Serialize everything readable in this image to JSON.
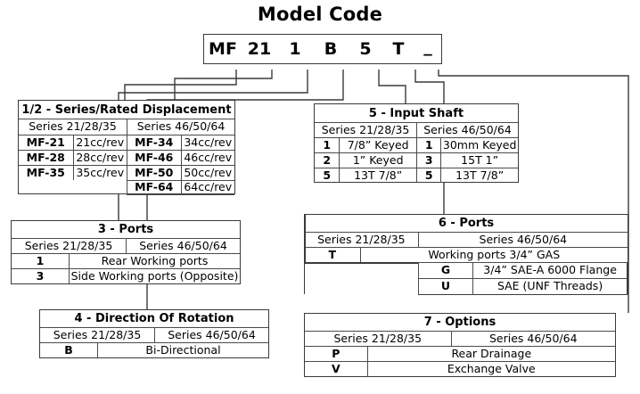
{
  "title": "Model Code",
  "model_code": {
    "segments": [
      {
        "name": "series-prefix",
        "value": "MF"
      },
      {
        "name": "displacement",
        "value": "21"
      },
      {
        "name": "ports",
        "value": "1"
      },
      {
        "name": "rotation",
        "value": "B"
      },
      {
        "name": "input-shaft",
        "value": "5"
      },
      {
        "name": "port-type",
        "value": "T"
      },
      {
        "name": "options",
        "value": "_"
      }
    ]
  },
  "tables": {
    "displacement": {
      "title": "1/2 - Series/Rated Displacement",
      "col_headers": [
        "Series 21/28/35",
        "Series 46/50/64"
      ],
      "left_rows": [
        {
          "code": "MF-21",
          "desc": "21cc/rev"
        },
        {
          "code": "MF-28",
          "desc": "28cc/rev"
        },
        {
          "code": "MF-35",
          "desc": "35cc/rev"
        }
      ],
      "right_rows": [
        {
          "code": "MF-34",
          "desc": "34cc/rev"
        },
        {
          "code": "MF-46",
          "desc": "46cc/rev"
        },
        {
          "code": "MF-50",
          "desc": "50cc/rev"
        },
        {
          "code": "MF-64",
          "desc": "64cc/rev"
        }
      ]
    },
    "input_shaft": {
      "title": "5 - Input Shaft",
      "col_headers": [
        "Series 21/28/35",
        "Series 46/50/64"
      ],
      "left_rows": [
        {
          "code": "1",
          "desc": "7/8” Keyed"
        },
        {
          "code": "2",
          "desc": "1” Keyed"
        },
        {
          "code": "5",
          "desc": "13T 7/8”"
        }
      ],
      "right_rows": [
        {
          "code": "1",
          "desc": "30mm Keyed"
        },
        {
          "code": "3",
          "desc": "15T 1”"
        },
        {
          "code": "5",
          "desc": "13T 7/8”"
        }
      ]
    },
    "ports3": {
      "title": "3 - Ports",
      "col_headers": [
        "Series 21/28/35",
        "Series 46/50/64"
      ],
      "rows": [
        {
          "code": "1",
          "desc": "Rear Working ports"
        },
        {
          "code": "3",
          "desc": "Side Working ports (Opposite)"
        }
      ]
    },
    "ports6": {
      "title": "6 - Ports",
      "col_headers": [
        "Series 21/28/35",
        "Series 46/50/64"
      ],
      "shared_row": {
        "code": "T",
        "desc": "Working ports 3/4” GAS"
      },
      "right_rows": [
        {
          "code": "G",
          "desc": "3/4” SAE-A 6000 Flange"
        },
        {
          "code": "U",
          "desc": "SAE (UNF Threads)"
        }
      ]
    },
    "rotation": {
      "title": "4 - Direction Of Rotation",
      "col_headers": [
        "Series 21/28/35",
        "Series 46/50/64"
      ],
      "rows": [
        {
          "code": "B",
          "desc": "Bi-Directional"
        }
      ]
    },
    "options": {
      "title": "7 - Options",
      "col_headers": [
        "Series 21/28/35",
        "Series 46/50/64"
      ],
      "rows": [
        {
          "code": "P",
          "desc": "Rear Drainage"
        },
        {
          "code": "V",
          "desc": "Exchange Valve"
        }
      ]
    }
  },
  "colors": {
    "line": "#3a3a3a",
    "inner_line": "#4a4a4a",
    "background": "#ffffff",
    "text": "#000000"
  }
}
